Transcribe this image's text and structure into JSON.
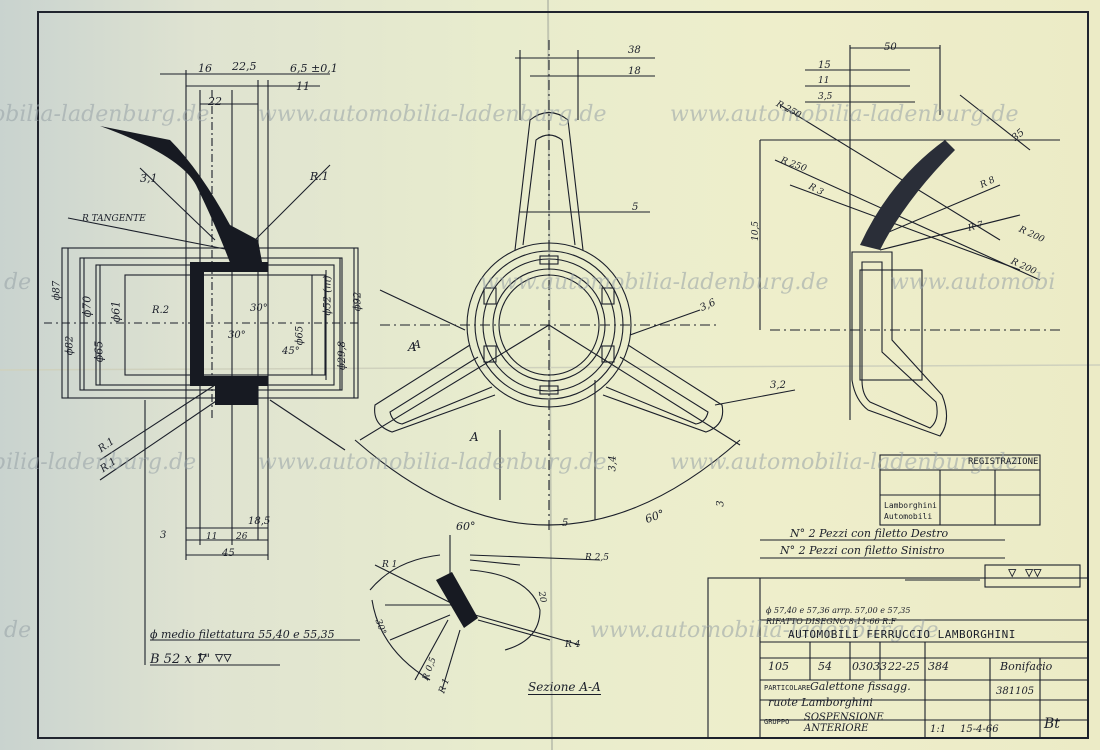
{
  "watermark": "www.automobilia-ladenburg.de",
  "watermark_partials": {
    "row1_left": "obilia-ladenburg.de",
    "row2_left": "de",
    "row2_right": "www.automobi",
    "row3_left": "bilia-ladenburg.de",
    "row4_left": "de"
  },
  "title_block": {
    "company": "AUTOMOBILI FERRUCCIO LAMBORGHINI",
    "company_short": "Lamborghini\nAutomobili",
    "dimension_note": "ϕ 57,40 e 57,36 arrp. 57,00 e 57,35",
    "rifatto": "RIFATTO DISEGNO 8-11-66 R.F",
    "number_a": "105",
    "number_b": "54",
    "number_c": "03033",
    "number_d": "22-25",
    "number_e": "384",
    "designer": "Bonifacio",
    "particolare_label": "PARTICOLARE",
    "part_name": "Galettone fissagg.",
    "part_name2": "ruote Lamborghini",
    "gruppo_label": "GRUPPO",
    "gruppo": "SOSPENSIONE ANTERIORE",
    "scale": "1:1",
    "date": "15-4-66",
    "material_code": "381105",
    "signature": "Bt"
  },
  "notes": {
    "pieces_right": "N° 2 Pezzi con filetto Destro",
    "pieces_left": "N° 2 Pezzi con filetto Sinistro",
    "surface_finish": "▽ ▽▽",
    "thread": "ϕ medio filettatura 55,40 e 55,35",
    "thread_spec": "B 52 x 1\"",
    "section_label": "Sezione A-A",
    "tangent": "R TANGENTE",
    "registration_label": "REGISTRAZIONE"
  },
  "dims_left": {
    "top_16": "16",
    "top_22": "22,5",
    "top_65": "6,5 ±0,1",
    "top_11": "11",
    "top_22b": "22",
    "d87": "ϕ87",
    "d70": "ϕ70",
    "d61": "ϕ61",
    "d65": "ϕ65",
    "d82": "ϕ82",
    "d65b": "ϕ65",
    "d52": "ϕ52 (m)",
    "d92": "ϕ92",
    "d29": "ϕ29,8",
    "ang30a": "30°",
    "ang30b": "30°",
    "ang45": "45°",
    "bot_185": "18,5",
    "bot_11": "11",
    "bot_26": "26",
    "bot_45": "45",
    "bot_3": "3",
    "r1a": "R.1",
    "r1b": "R.1",
    "r1c": "R.1",
    "r2": "R.2",
    "r31": "3,1",
    "a2": "A"
  },
  "dims_center": {
    "top_38": "38",
    "top_18": "18",
    "mid_5": "5",
    "r32": "3,2",
    "r36": "3,6",
    "ang60a": "60°",
    "ang60b": "60°",
    "v5": "5",
    "v34": "3,4",
    "v3": "3",
    "a_up": "A",
    "a_down": "A"
  },
  "dims_right": {
    "top_50": "50",
    "d15": "15",
    "d11": "11",
    "d35": "3,5",
    "r35": "35",
    "r250a": "R 250",
    "r250b": "R 250",
    "r200a": "R 200",
    "r200b": "R 200",
    "r8": "R 8",
    "r7": "R 7",
    "v10": "10,5",
    "r3": "R 3"
  },
  "dims_section": {
    "r1": "R 1",
    "r25": "R 2,5",
    "r4": "R 4",
    "r05": "R 0,5",
    "r1b": "R 1",
    "d20": "20",
    "d30": "30°"
  },
  "colors": {
    "ink": "#1b1f2a",
    "paper": "#ecebc6",
    "watermark": "#96a0a5"
  }
}
